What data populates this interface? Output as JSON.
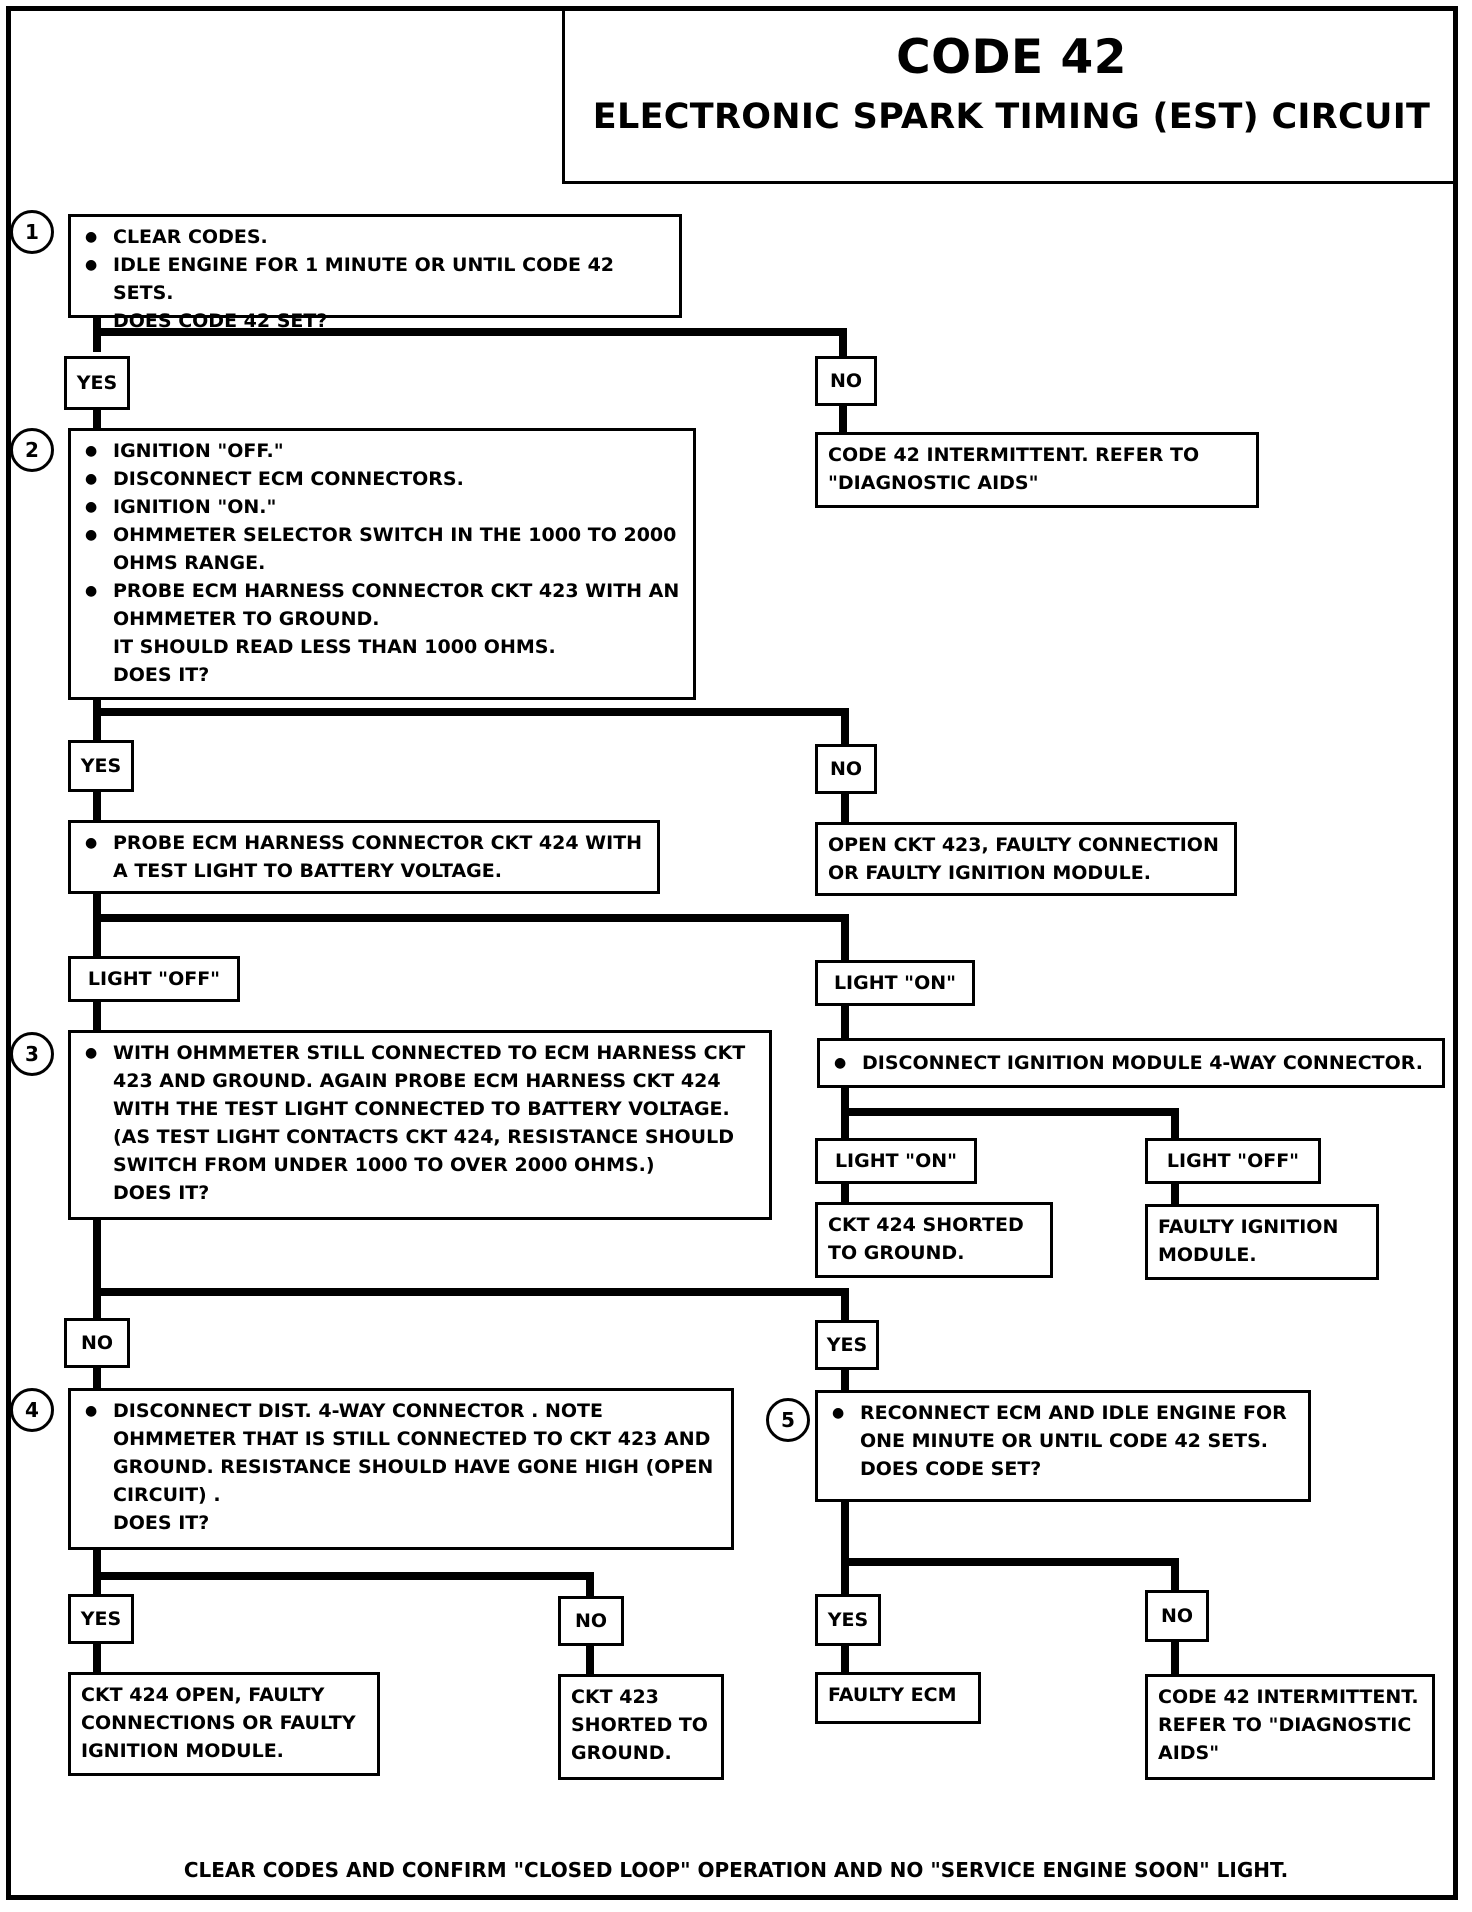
{
  "title": {
    "code": "CODE 42",
    "subtitle": "ELECTRONIC SPARK TIMING (EST) CIRCUIT"
  },
  "steps": [
    "1",
    "2",
    "3",
    "4",
    "5"
  ],
  "boxes": {
    "step1": {
      "items": [
        "CLEAR CODES.",
        "IDLE ENGINE FOR 1 MINUTE OR UNTIL CODE 42 SETS."
      ],
      "question": "DOES CODE 42 SET?"
    },
    "intermittent1": {
      "lines": [
        "CODE 42 INTERMITTENT.  REFER TO",
        "\"DIAGNOSTIC AIDS\""
      ]
    },
    "step2": {
      "items": [
        "IGNITION \"OFF.\"",
        "DISCONNECT ECM CONNECTORS.",
        "IGNITION \"ON.\"",
        "OHMMETER SELECTOR SWITCH IN THE 1000 TO 2000",
        "PROBE ECM HARNESS CONNECTOR CKT 423  WITH AN"
      ],
      "cont1": "OHMS RANGE.",
      "cont2": [
        "OHMMETER TO GROUND.",
        "IT SHOULD READ LESS THAN 1000 OHMS.",
        "DOES IT?"
      ]
    },
    "open423": {
      "lines": [
        "OPEN CKT 423, FAULTY CONNECTION",
        "OR FAULTY IGNITION MODULE."
      ]
    },
    "probe424": {
      "item": "PROBE ECM HARNESS CONNECTOR CKT 424 WITH",
      "cont": "A TEST LIGHT TO BATTERY VOLTAGE."
    },
    "disconnect_module": {
      "item": "DISCONNECT IGNITION MODULE 4-WAY CONNECTOR."
    },
    "step3": {
      "item": "WITH OHMMETER STILL CONNECTED TO ECM HARNESS CKT",
      "cont": [
        "423 AND GROUND.  AGAIN PROBE ECM HARNESS CKT 424",
        "WITH THE TEST LIGHT CONNECTED TO BATTERY VOLTAGE.",
        "(AS TEST LIGHT CONTACTS CKT 424, RESISTANCE SHOULD",
        "SWITCH FROM UNDER 1000 TO OVER 2000 OHMS.)",
        "DOES IT?"
      ]
    },
    "ckt424_shorted": {
      "lines": [
        "CKT 424  SHORTED",
        "TO GROUND."
      ]
    },
    "faulty_module": {
      "lines": [
        "FAULTY IGNITION",
        "MODULE."
      ]
    },
    "step4": {
      "item": "DISCONNECT DIST. 4-WAY CONNECTOR .  NOTE",
      "cont": [
        "OHMMETER THAT IS STILL CONNECTED TO CKT 423  AND",
        "GROUND. RESISTANCE SHOULD HAVE GONE HIGH (OPEN",
        "CIRCUIT) .",
        "DOES IT?"
      ]
    },
    "step5": {
      "item": "RECONNECT ECM AND IDLE ENGINE FOR",
      "cont": [
        "ONE MINUTE OR UNTIL CODE 42 SETS.",
        "DOES CODE SET?"
      ]
    },
    "ckt424_open": {
      "lines": [
        "CKT 424 OPEN, FAULTY",
        "CONNECTIONS OR FAULTY",
        "IGNITION MODULE."
      ]
    },
    "ckt423_shorted": {
      "lines": [
        "CKT 423",
        "SHORTED TO",
        "GROUND."
      ]
    },
    "faulty_ecm": {
      "lines": [
        "FAULTY ECM"
      ]
    },
    "intermittent2": {
      "lines": [
        "CODE 42 INTERMITTENT.",
        "REFER TO \"DIAGNOSTIC",
        "AIDS\""
      ]
    }
  },
  "labels": {
    "yes1": "YES",
    "no1": "NO",
    "yes2": "YES",
    "no2": "NO",
    "light_off1": "LIGHT \"OFF\"",
    "light_on1": "LIGHT \"ON\"",
    "light_on2": "LIGHT \"ON\"",
    "light_off2": "LIGHT \"OFF\"",
    "no3": "NO",
    "yes3": "YES",
    "yes4": "YES",
    "no4": "NO",
    "yes5": "YES",
    "no5": "NO"
  },
  "footer": "CLEAR CODES AND CONFIRM \"CLOSED LOOP\" OPERATION AND NO \"SERVICE ENGINE SOON\" LIGHT."
}
